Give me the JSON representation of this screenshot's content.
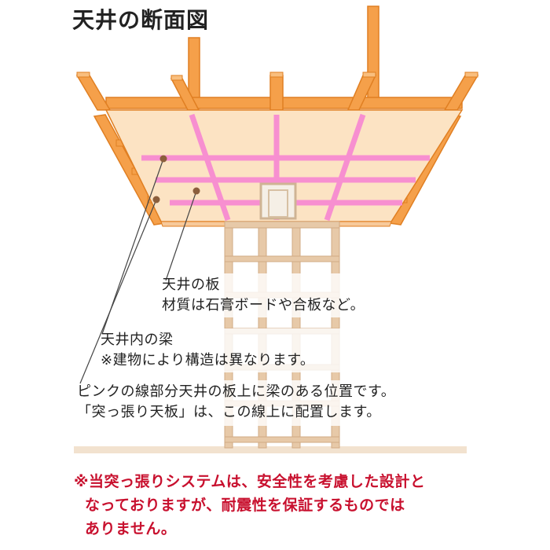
{
  "title": "天井の断面図",
  "labels": {
    "ceiling_board_title": "天井の板",
    "ceiling_board_material": "材質は石膏ボードや合板など。",
    "beam_title": "天井内の梁",
    "beam_note": "※建物により構造は異なります。",
    "pink_line_note": "ピンクの線部分天井の板上に梁のある位置です。",
    "placement_note": "「突っ張り天板」は、この線上に配置します。"
  },
  "warning": {
    "line1": "※当突っ張りシステムは、安全性を考慮した設計と",
    "line2": "なっておりますが、耐震性を保証するものでは",
    "line3": "ありません。"
  },
  "colors": {
    "wood": "#f5a04a",
    "wood_outline": "#e07f22",
    "board": "#fce3c3",
    "pink_line": "#f78fd0",
    "pole": "#e7c9a8",
    "floor": "#f2e2cf",
    "warning_text": "#c8102e",
    "leader_line": "#444444",
    "leader_dot": "#8b5e3c"
  }
}
